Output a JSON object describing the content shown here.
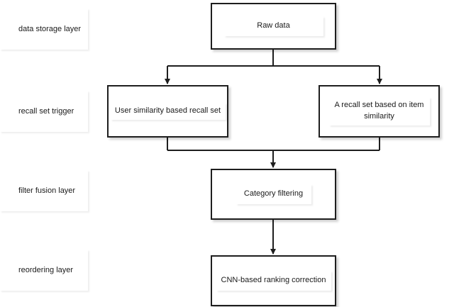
{
  "diagram": {
    "layers": [
      {
        "id": "storage",
        "label": "data storage layer"
      },
      {
        "id": "recall",
        "label": "recall set trigger"
      },
      {
        "id": "fusion",
        "label": "filter fusion layer"
      },
      {
        "id": "reorder",
        "label": "reordering layer"
      }
    ],
    "nodes": [
      {
        "id": "raw",
        "label": "Raw data"
      },
      {
        "id": "user",
        "label": "User similarity based recall set"
      },
      {
        "id": "item",
        "label": "A recall set based on item similarity"
      },
      {
        "id": "category",
        "label": "Category filtering"
      },
      {
        "id": "cnn",
        "label": "CNN-based ranking correction"
      }
    ],
    "edges": [
      {
        "from": "raw",
        "to": "user"
      },
      {
        "from": "raw",
        "to": "item"
      },
      {
        "from": "user",
        "to": "category"
      },
      {
        "from": "item",
        "to": "category"
      },
      {
        "from": "category",
        "to": "cnn"
      }
    ],
    "colors": {
      "stroke": "#1e1e1e",
      "text": "#1a1a1a",
      "background": "#ffffff"
    }
  }
}
